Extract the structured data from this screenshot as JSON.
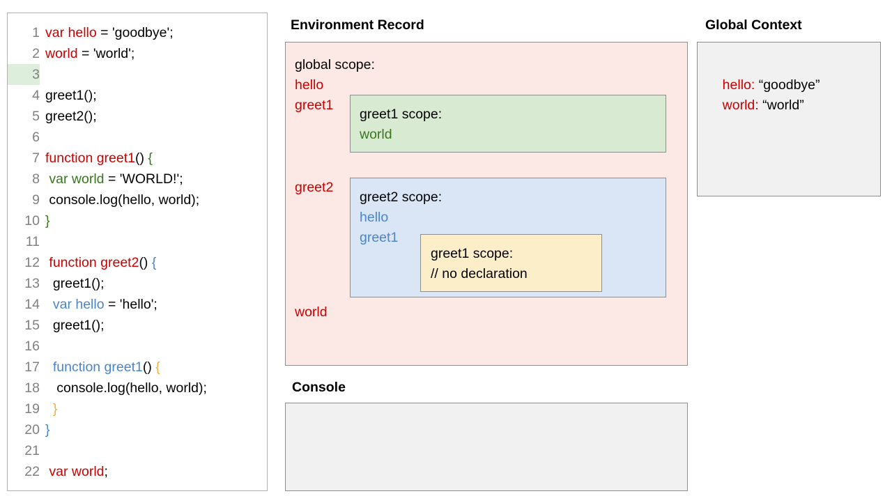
{
  "editor": {
    "name": "code-editor",
    "highlighted_line": 3,
    "lines": [
      {
        "n": "1",
        "tokens": [
          {
            "t": "var hello",
            "c": "red"
          },
          {
            "t": " = 'goodbye';",
            "c": "black"
          }
        ]
      },
      {
        "n": "2",
        "tokens": [
          {
            "t": "world",
            "c": "red"
          },
          {
            "t": " = 'world';",
            "c": "black"
          }
        ]
      },
      {
        "n": "3",
        "tokens": [
          {
            "t": "",
            "c": "black"
          }
        ]
      },
      {
        "n": "4",
        "tokens": [
          {
            "t": "greet1();",
            "c": "black"
          }
        ]
      },
      {
        "n": "5",
        "tokens": [
          {
            "t": "greet2();",
            "c": "black"
          }
        ]
      },
      {
        "n": "6",
        "tokens": [
          {
            "t": "",
            "c": "black"
          }
        ]
      },
      {
        "n": "7",
        "tokens": [
          {
            "t": "function greet1",
            "c": "red"
          },
          {
            "t": "() ",
            "c": "black"
          },
          {
            "t": "{",
            "c": "green"
          }
        ]
      },
      {
        "n": "8",
        "tokens": [
          {
            "t": " ",
            "c": "black"
          },
          {
            "t": "var world",
            "c": "green"
          },
          {
            "t": " = 'WORLD!';",
            "c": "black"
          }
        ]
      },
      {
        "n": "9",
        "tokens": [
          {
            "t": " console.log(hello, world);",
            "c": "black"
          }
        ]
      },
      {
        "n": "10",
        "tokens": [
          {
            "t": "}",
            "c": "green"
          }
        ]
      },
      {
        "n": "11",
        "tokens": [
          {
            "t": "",
            "c": "black"
          }
        ]
      },
      {
        "n": "12",
        "tokens": [
          {
            "t": " ",
            "c": "black"
          },
          {
            "t": "function greet2",
            "c": "red"
          },
          {
            "t": "() ",
            "c": "black"
          },
          {
            "t": "{",
            "c": "blue"
          }
        ]
      },
      {
        "n": "13",
        "tokens": [
          {
            "t": "  greet1();",
            "c": "black"
          }
        ]
      },
      {
        "n": "14",
        "tokens": [
          {
            "t": "  ",
            "c": "black"
          },
          {
            "t": "var hello",
            "c": "blue"
          },
          {
            "t": " = 'hello';",
            "c": "black"
          }
        ]
      },
      {
        "n": "15",
        "tokens": [
          {
            "t": "  greet1();",
            "c": "black"
          }
        ]
      },
      {
        "n": "16",
        "tokens": [
          {
            "t": "",
            "c": "black"
          }
        ]
      },
      {
        "n": "17",
        "tokens": [
          {
            "t": "  ",
            "c": "black"
          },
          {
            "t": "function greet1",
            "c": "blue"
          },
          {
            "t": "() ",
            "c": "black"
          },
          {
            "t": "{",
            "c": "gold"
          }
        ]
      },
      {
        "n": "18",
        "tokens": [
          {
            "t": "   console.log(hello, world);",
            "c": "black"
          }
        ]
      },
      {
        "n": "19",
        "tokens": [
          {
            "t": "  ",
            "c": "black"
          },
          {
            "t": "}",
            "c": "gold"
          }
        ]
      },
      {
        "n": "20",
        "tokens": [
          {
            "t": "}",
            "c": "blue"
          }
        ]
      },
      {
        "n": "21",
        "tokens": [
          {
            "t": "",
            "c": "black"
          }
        ]
      },
      {
        "n": "22",
        "tokens": [
          {
            "t": " ",
            "c": "black"
          },
          {
            "t": "var world",
            "c": "red"
          },
          {
            "t": ";",
            "c": "black"
          }
        ]
      }
    ]
  },
  "environment_record": {
    "title": "Environment Record",
    "global": {
      "label": "global scope:",
      "vars": [
        "hello",
        "greet1",
        "greet2",
        "world"
      ]
    },
    "greet1_scope": {
      "label": "greet1 scope:",
      "vars": [
        "world"
      ]
    },
    "greet2_scope": {
      "label": "greet2 scope:",
      "vars": [
        "hello",
        "greet1"
      ]
    },
    "greet1_nested_scope": {
      "label": "greet1 scope:",
      "comment": "// no declaration"
    }
  },
  "console": {
    "title": "Console",
    "output": ""
  },
  "global_context": {
    "title": "Global Context",
    "entries": [
      {
        "key": "hello:",
        "value": " “goodbye”"
      },
      {
        "key": "world:",
        "value": " “world”"
      }
    ]
  },
  "colors": {
    "red": "#cc0000",
    "green": "#38761d",
    "blue": "#4a86c8",
    "gold": "#e8b33c",
    "global_scope_bg": "#fce9e6",
    "greet1_scope_bg": "#d9ead3",
    "greet2_scope_bg": "#dae5f5",
    "greet1_nested_bg": "#fdeeca",
    "panel_bg": "#f1f1f1",
    "line_highlight": "#ddeedd"
  }
}
